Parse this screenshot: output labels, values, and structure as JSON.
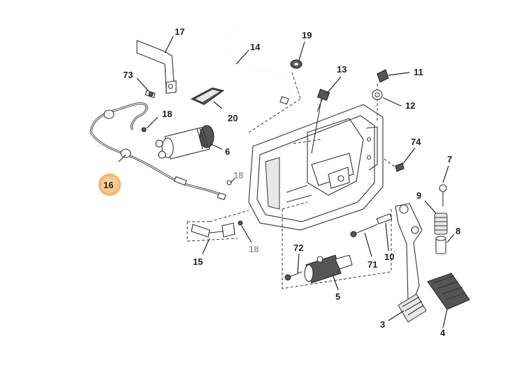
{
  "labels": {
    "p17": "17",
    "p14": "14",
    "p19": "19",
    "p73": "73",
    "p18a": "18",
    "p20": "20",
    "p6": "6",
    "p16": "16",
    "p18b": "18",
    "p13": "13",
    "p11": "11",
    "p12": "12",
    "p74": "74",
    "p7": "7",
    "p9": "9",
    "p8": "8",
    "p15": "15",
    "p18c": "18",
    "p72": "72",
    "p71": "71",
    "p10": "10",
    "p5": "5",
    "p3": "3",
    "p4": "4"
  },
  "highlight": {
    "part": "16",
    "color": "#f5a623"
  }
}
